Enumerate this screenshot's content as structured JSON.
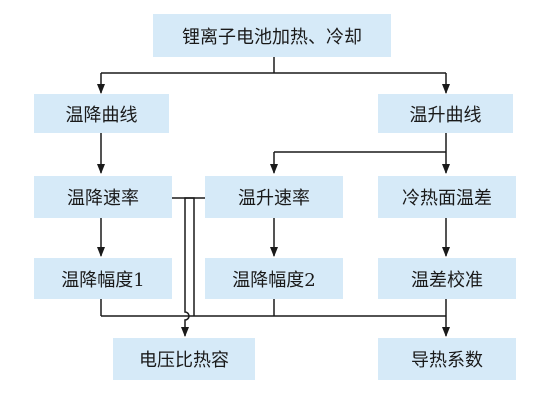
{
  "colors": {
    "box_fill": "#d6eaf8",
    "line": "#1a1a1a"
  },
  "nodes": {
    "root": "锂离子电池加热、冷却",
    "cool_curve": "温降曲线",
    "heat_curve": "温升曲线",
    "cool_rate": "温降速率",
    "heat_rate": "温升速率",
    "surface_diff": "冷热面温差",
    "cool_amp1": "温降幅度1",
    "cool_amp2": "温降幅度2",
    "diff_calib": "温差校准",
    "specific_heat": "电压比热容",
    "conductivity": "导热系数"
  }
}
